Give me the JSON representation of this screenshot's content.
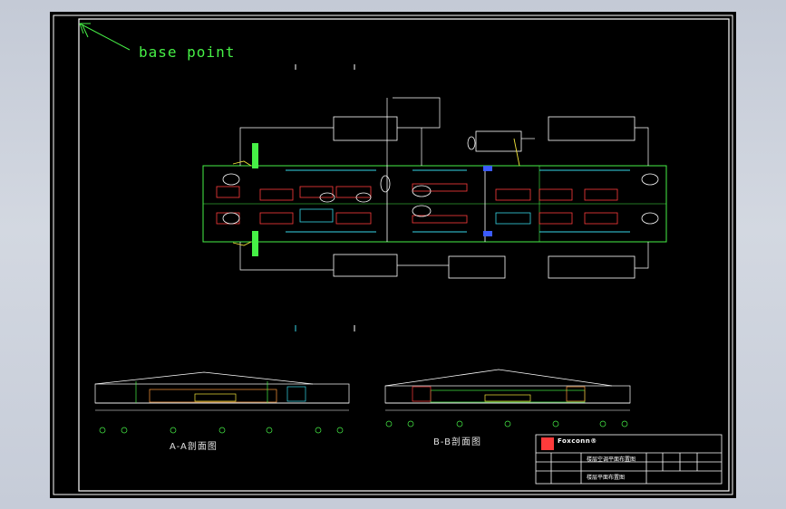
{
  "drawing": {
    "base_point_label": "base point",
    "section_a_label": "A-A剖面图",
    "section_b_label": "B-B剖面图"
  },
  "title_block": {
    "company": "Foxconn®",
    "project_title": "楼层空调平面布置图",
    "drawing_name": "楼层平面布置图"
  },
  "colors": {
    "background": "#000000",
    "outline": "#ffffff",
    "green": "#46f046",
    "red": "#ff3b3b",
    "cyan": "#36d6e7",
    "yellow": "#f2e43a",
    "blue": "#3b5bff"
  }
}
